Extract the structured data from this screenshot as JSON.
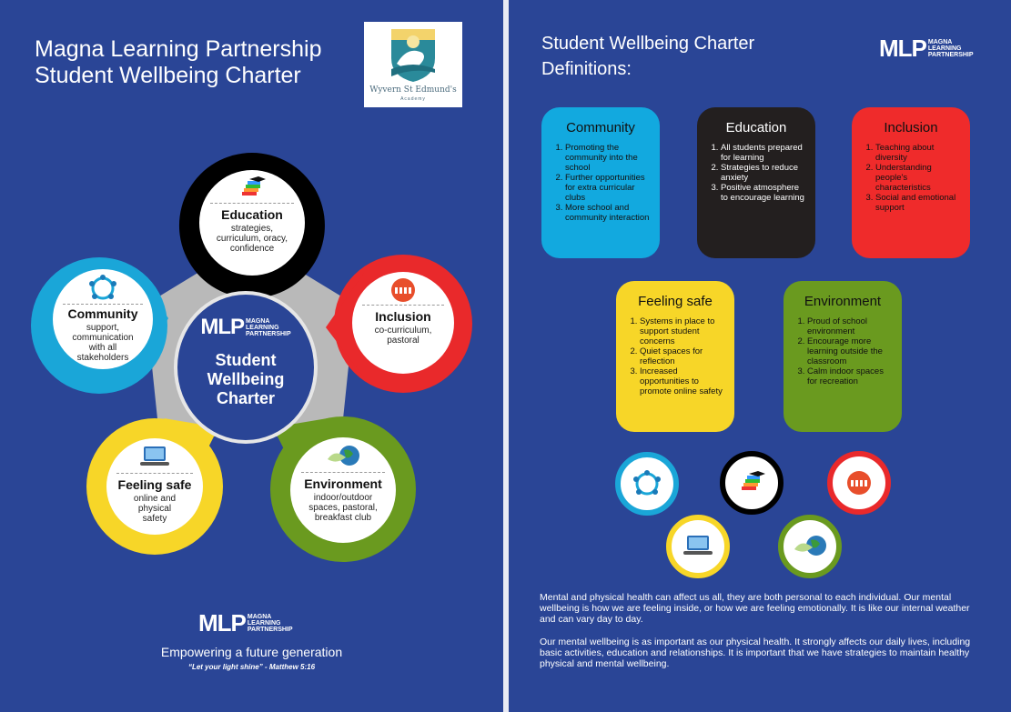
{
  "left": {
    "title_lines": [
      "Magna Learning Partnership",
      "Student Wellbeing Charter"
    ],
    "crest": {
      "name": "Wyvern St Edmund's",
      "sub": "Academy"
    },
    "center": {
      "logo_letters": "MLP",
      "logo_words": [
        "MAGNA",
        "LEARNING",
        "PARTNERSHIP"
      ],
      "title_lines": [
        "Student",
        "Wellbeing",
        "Charter"
      ]
    },
    "pillars": {
      "education": {
        "title": "Education",
        "desc": [
          "strategies,",
          "curriculum, oracy,",
          "confidence"
        ],
        "color": "#000000"
      },
      "community": {
        "title": "Community",
        "desc": [
          "support,",
          "communication",
          "with all",
          "stakeholders"
        ],
        "color": "#1aa6d8"
      },
      "inclusion": {
        "title": "Inclusion",
        "desc": [
          "co-curriculum,",
          "pastoral"
        ],
        "color": "#e9292b"
      },
      "feeling_safe": {
        "title": "Feeling safe",
        "desc": [
          "online and",
          "physical",
          "safety"
        ],
        "color": "#f7d628"
      },
      "environment": {
        "title": "Environment",
        "desc": [
          "indoor/outdoor",
          "spaces, pastoral,",
          "breakfast club"
        ],
        "color": "#6a9a1f"
      }
    },
    "footer": {
      "logo_letters": "MLP",
      "logo_words": [
        "MAGNA",
        "LEARNING",
        "PARTNERSHIP"
      ],
      "tagline": "Empowering a future generation",
      "verse": "“Let your light shine” - Matthew 5:16"
    }
  },
  "right": {
    "title_lines": [
      "Student Wellbeing Charter",
      "Definitions:"
    ],
    "logo_letters": "MLP",
    "logo_words": [
      "MAGNA",
      "LEARNING",
      "PARTNERSHIP"
    ],
    "boxes": {
      "community": {
        "title": "Community",
        "color": "#12a9df",
        "items": [
          "Promoting the community into the school",
          "Further opportunities for extra curricular clubs",
          "More school and community interaction"
        ]
      },
      "education": {
        "title": "Education",
        "color": "#231f1f",
        "items": [
          "All students prepared for learning",
          "Strategies to reduce anxiety",
          "Positive atmosphere to encourage learning"
        ]
      },
      "inclusion": {
        "title": "Inclusion",
        "color": "#ef2b2b",
        "items": [
          "Teaching about diversity",
          "Understanding people's characteristics",
          "Social and emotional support"
        ]
      },
      "feeling_safe": {
        "title": "Feeling safe",
        "color": "#f7d628",
        "items": [
          "Systems in place to support student concerns",
          "Quiet spaces for reflection",
          "Increased opportunities to promote online safety"
        ]
      },
      "environment": {
        "title": "Environment",
        "color": "#6a9a1f",
        "items": [
          "Proud of school environment",
          "Encourage more learning outside the classroom",
          "Calm indoor spaces for recreation"
        ]
      }
    },
    "paragraphs": [
      "Mental and physical health can affect us all, they are both personal to each individual. Our mental wellbeing is how we are feeling inside, or how we are feeling emotionally. It is like our internal weather and can vary day to day.",
      "Our mental wellbeing is as important as our physical health. It strongly affects our daily lives, including basic activities, education and relationships. It is important that we have strategies to maintain healthy physical and mental wellbeing."
    ]
  }
}
